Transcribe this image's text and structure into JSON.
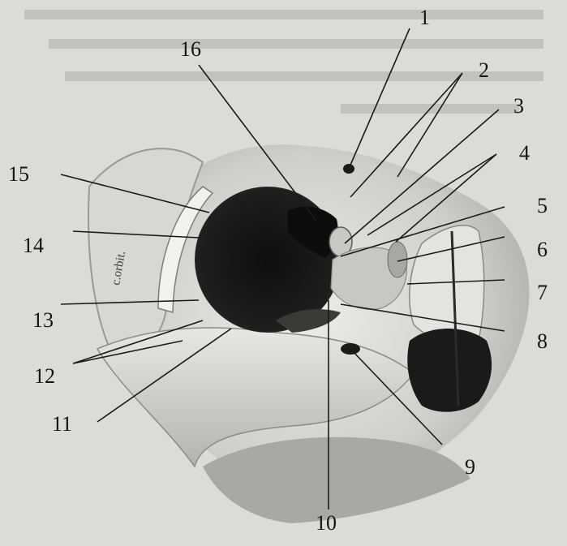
{
  "figure": {
    "callout_numbers": [
      "1",
      "2",
      "3",
      "4",
      "5",
      "6",
      "7",
      "8",
      "9",
      "10",
      "11",
      "12",
      "13",
      "14",
      "15",
      "16"
    ],
    "bone_inscription": "c.orbit."
  },
  "colors": {
    "background": "#dcdcd6",
    "bone_light": "#e6e6e0",
    "bone_shadow": "#8a8a86",
    "cavity": "#161616",
    "leader_line": "#1a1a1a",
    "label_text": "#141414"
  }
}
